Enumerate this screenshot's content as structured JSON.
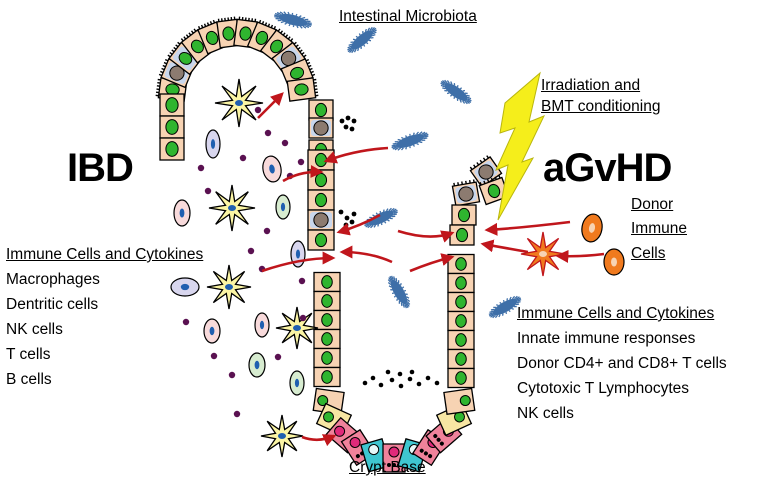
{
  "title_left": "IBD",
  "title_right": "aGvHD",
  "labels": {
    "microbiota": "Intestinal Microbiota",
    "irradiation_line1": "Irradiation and",
    "irradiation_line2": "BMT conditioning",
    "donor_line1": "Donor",
    "donor_line2": "Immune",
    "donor_line3": "Cells",
    "crypt_base": "Crypt Base"
  },
  "left_panel": {
    "heading": "Immune Cells and Cytokines",
    "items": [
      "Macrophages",
      "Dentritic cells",
      "NK cells",
      "T cells",
      "B cells"
    ]
  },
  "right_panel": {
    "heading": "Immune Cells and Cytokines",
    "items": [
      "Innate immune responses",
      "Donor CD4+ and CD8+ T cells",
      "Cytotoxic T Lymphocytes",
      "NK cells"
    ]
  },
  "colors": {
    "epithelium": "#f7d3b3",
    "nucleus": "#2fb52f",
    "arrow": "#c0161c",
    "bacteria": "#3e6fa8",
    "dendritic": "#fbf5a4",
    "lightning": "#f5ee1b",
    "donor_cell": "#f07a1e",
    "paneth": "#f0829b",
    "stem": "#3fc6d0"
  }
}
